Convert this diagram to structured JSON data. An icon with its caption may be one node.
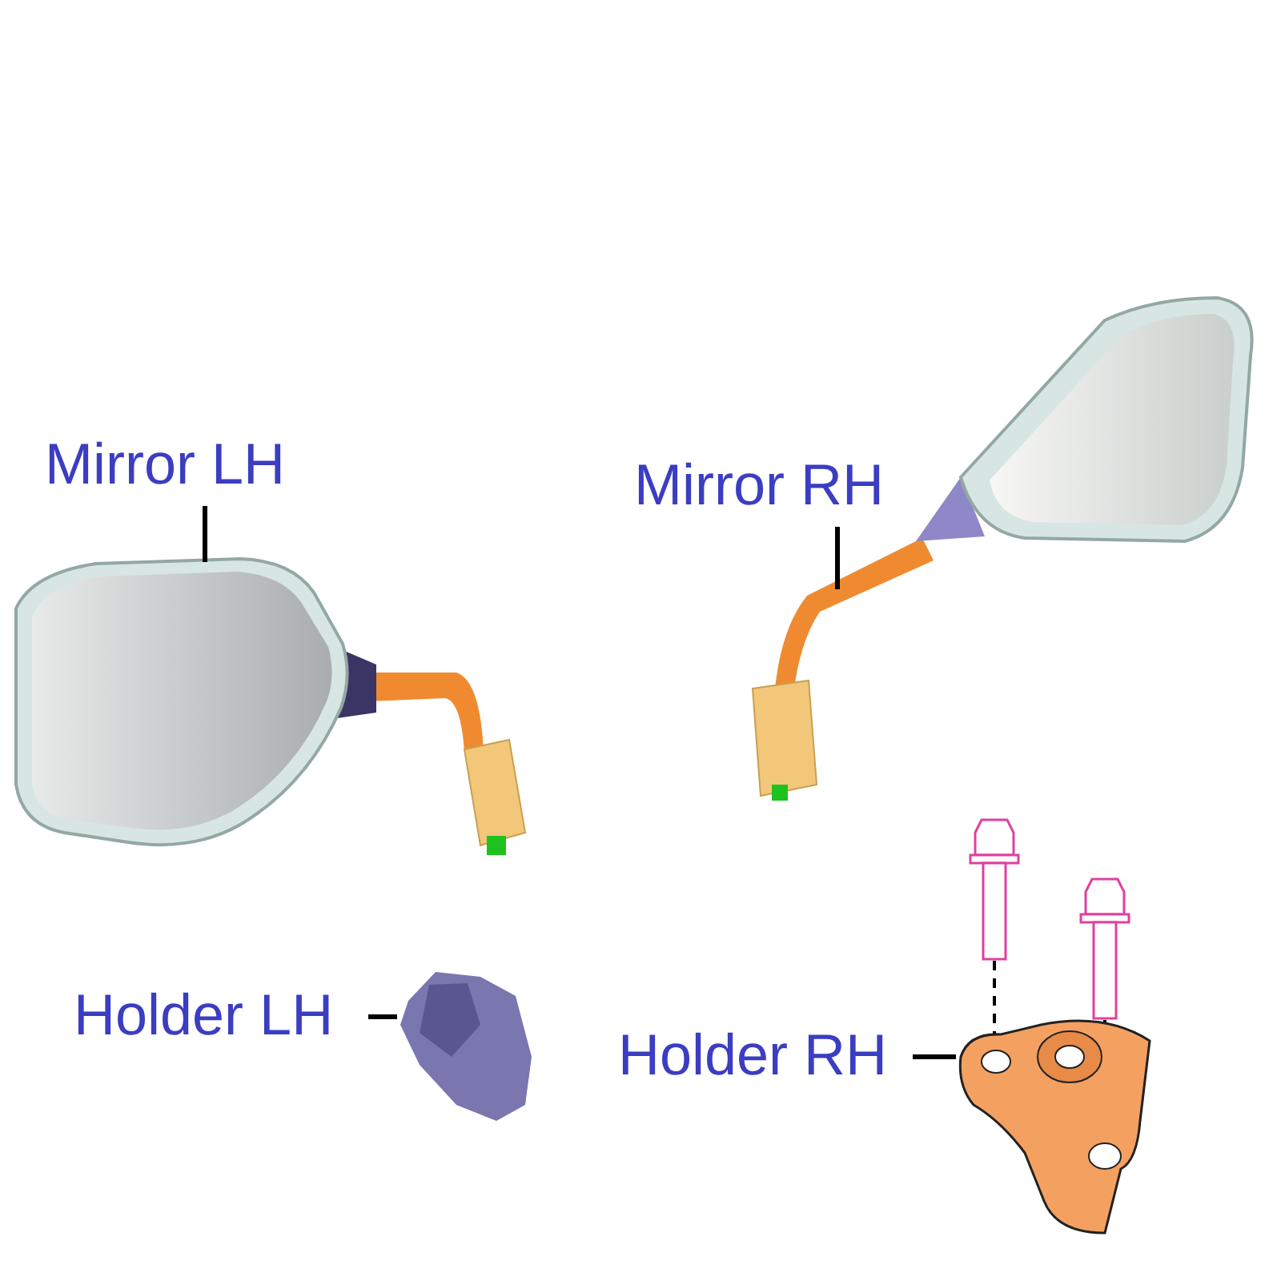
{
  "diagram": {
    "nodes": [
      {
        "text": [
          "Mirror LH"
        ]
      },
      {
        "text": [],
        "shape": "picture"
      },
      {
        "text": [
          "Mirror RH"
        ]
      },
      {
        "text": [],
        "shape": "picture"
      },
      {
        "text": [
          "Holder LH"
        ]
      },
      {
        "text": [],
        "shape": "picture"
      },
      {
        "text": [
          "Holder RH"
        ]
      },
      {
        "text": [],
        "shape": "picture"
      }
    ],
    "edges": [
      {
        "from": 0,
        "to": 1,
        "arrow": "none"
      },
      {
        "from": 2,
        "to": 3,
        "arrow": "none"
      },
      {
        "from": 4,
        "to": 5,
        "arrow": "none"
      },
      {
        "from": 6,
        "to": 7,
        "arrow": "none"
      }
    ]
  }
}
